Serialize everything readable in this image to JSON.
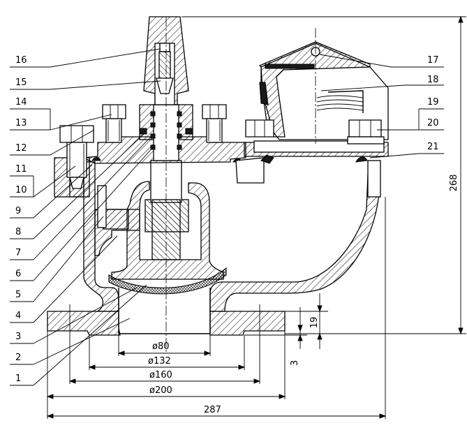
{
  "parts": {
    "left": [
      "16",
      "15",
      "14",
      "13",
      "12",
      "11",
      "10",
      "9",
      "8",
      "7",
      "6",
      "5",
      "4",
      "3",
      "2",
      "1"
    ],
    "right": [
      "17",
      "18",
      "19",
      "20",
      "21"
    ]
  },
  "dimensions": {
    "d80": "ø80",
    "d132": "ø132",
    "d160": "ø160",
    "d200": "ø200",
    "w287": "287",
    "h268": "268",
    "h19": "19",
    "h3": "3"
  }
}
